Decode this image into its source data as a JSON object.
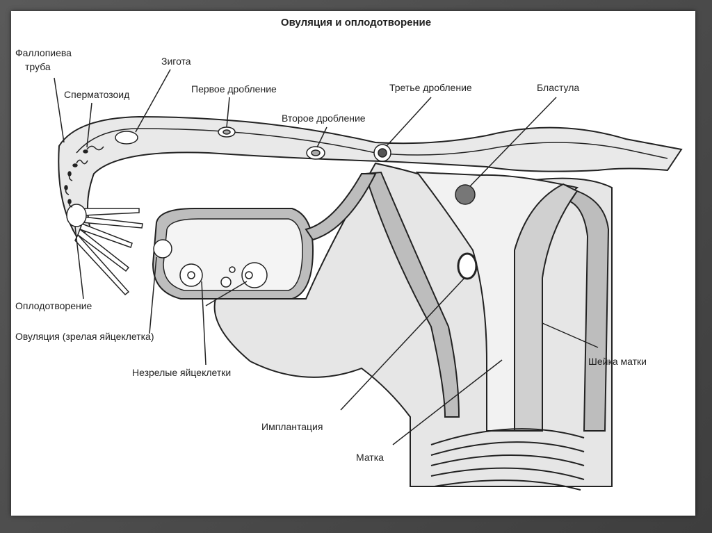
{
  "diagram": {
    "title": "Овуляция и оплодотворение",
    "labels": {
      "fallopian_line1": "Фаллопиева",
      "fallopian_line2": "труба",
      "sperm": "Сперматозоид",
      "zygote": "Зигота",
      "first_cleavage": "Первое дробление",
      "second_cleavage": "Второе дробление",
      "third_cleavage": "Третье дробление",
      "blastula": "Бластула",
      "fertilization": "Оплодотворение",
      "ovulation": "Овуляция (зрелая яйцеклетка)",
      "immature_eggs": "Незрелые яйцеклетки",
      "implantation": "Имплантация",
      "uterus": "Матка",
      "cervix": "Шейка матки"
    },
    "colors": {
      "frame": "#4a4a4a",
      "paper": "#ffffff",
      "tissue": "#e8e8e8",
      "wall": "#bdbdbd",
      "ink": "#222222"
    }
  }
}
